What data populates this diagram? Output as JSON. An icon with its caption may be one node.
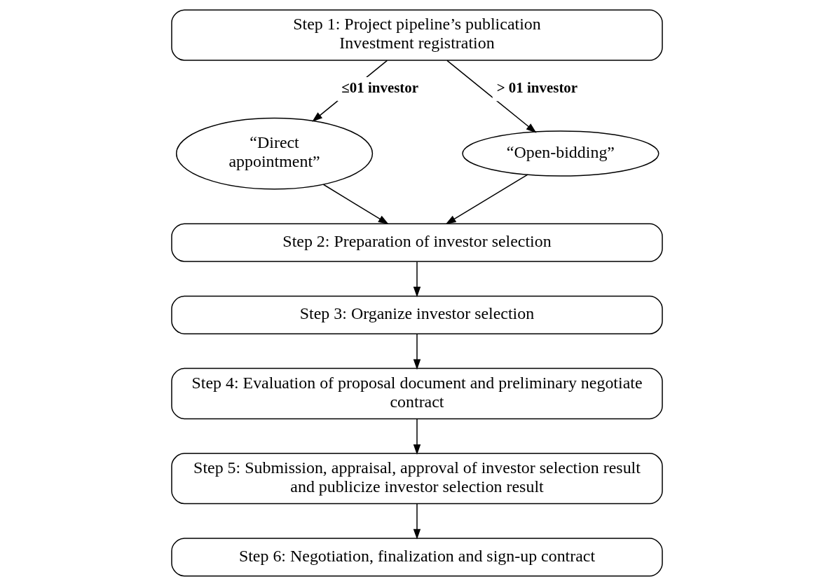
{
  "diagram": {
    "nodes": [
      {
        "text": [
          "Step 1: Project pipeline’s publication",
          "Investment registration"
        ]
      },
      {
        "text": [
          "“Direct appointment”"
        ]
      },
      {
        "text": [
          "“Open-bidding”"
        ]
      },
      {
        "text": [
          "Step 2: Preparation of investor selection"
        ]
      },
      {
        "text": [
          "Step 3: Organize investor selection"
        ]
      },
      {
        "text": [
          "Step 4: Evaluation of proposal document and preliminary negotiate contract"
        ]
      },
      {
        "text": [
          "Step 5: Submission, appraisal, approval of investor selection result and publicize investor selection result"
        ]
      },
      {
        "text": [
          "Step 6: Negotiation, finalization and sign-up contract"
        ]
      }
    ],
    "edges": [
      {
        "from": 0,
        "to": 1,
        "arrow": "to",
        "label": "≤01 investor"
      },
      {
        "from": 0,
        "to": 2,
        "arrow": "to",
        "label": "> 01 investor"
      },
      {
        "from": 1,
        "to": 3,
        "arrow": "to"
      },
      {
        "from": 2,
        "to": 3,
        "arrow": "to"
      },
      {
        "from": 3,
        "to": 4,
        "arrow": "to"
      },
      {
        "from": 4,
        "to": 5,
        "arrow": "to"
      },
      {
        "from": 5,
        "to": 6,
        "arrow": "to"
      },
      {
        "from": 6,
        "to": 7,
        "arrow": "to"
      }
    ]
  }
}
